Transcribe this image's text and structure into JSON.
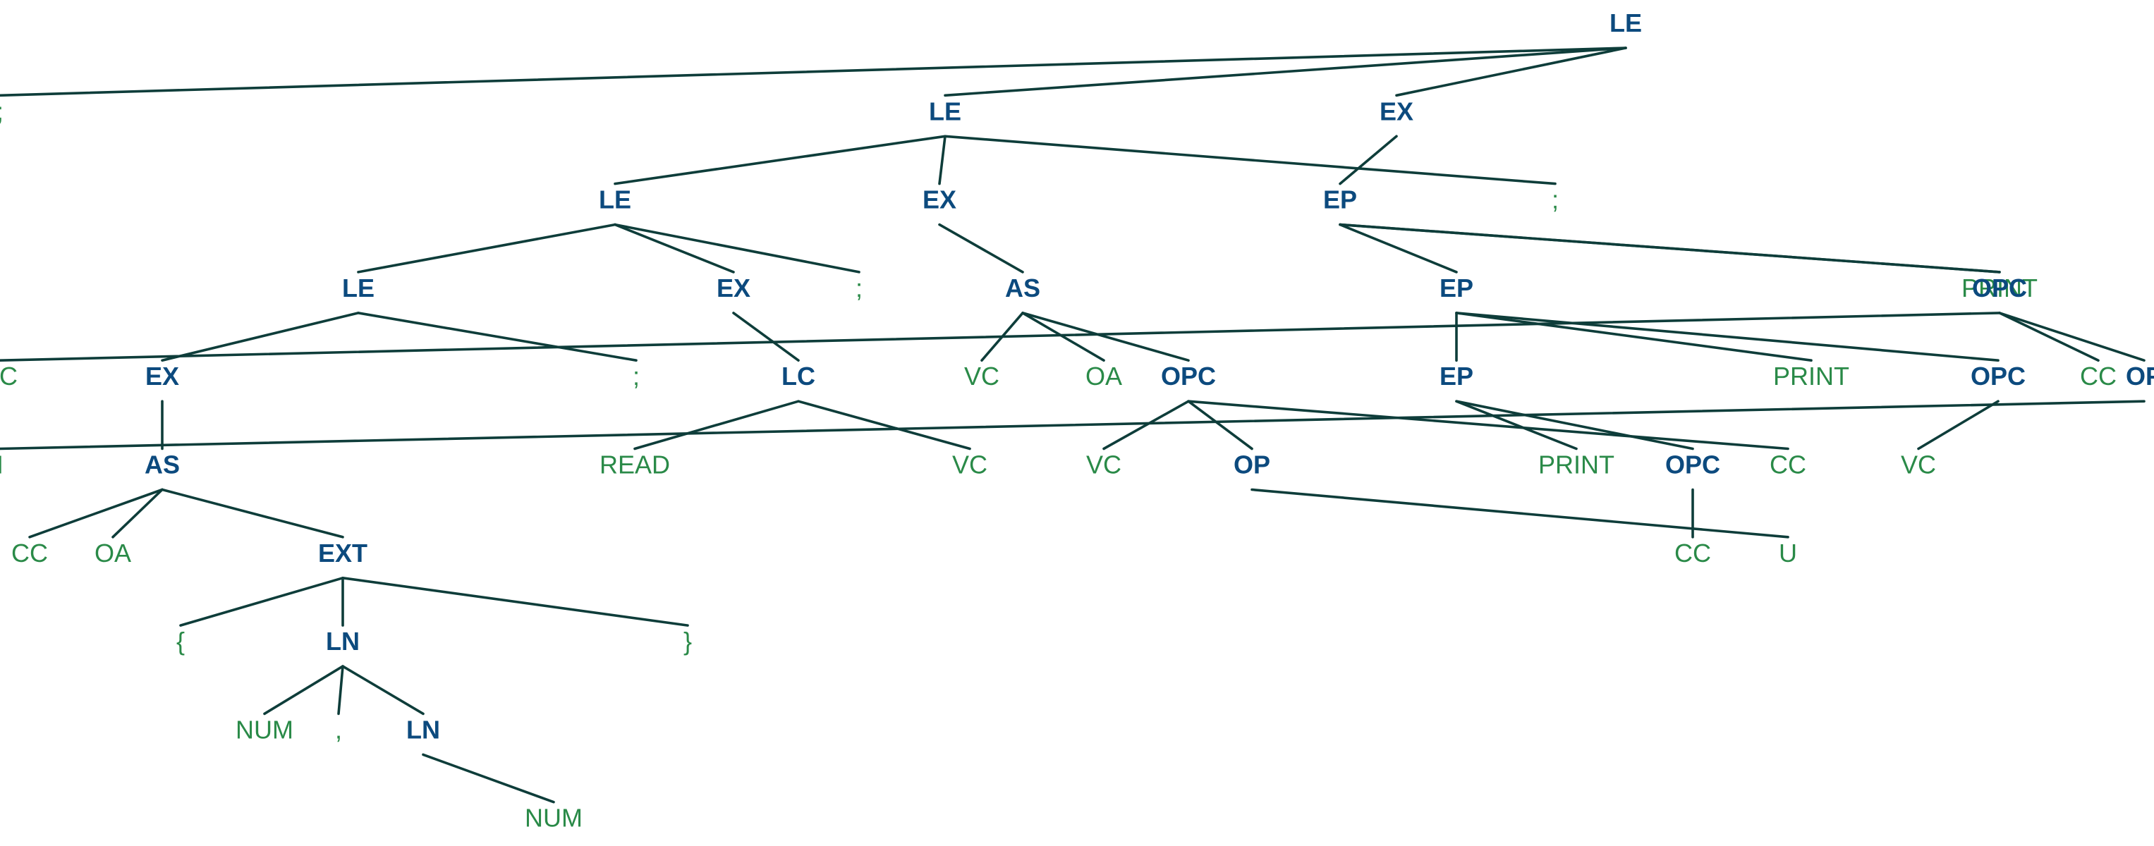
{
  "tree": {
    "root": {
      "label": "LE",
      "kind": "nonterminal",
      "children": [
        {
          "label": "LE",
          "kind": "nonterminal",
          "children": [
            {
              "label": "LE",
              "kind": "nonterminal",
              "children": [
                {
                  "label": "LE",
                  "kind": "nonterminal",
                  "children": [
                    {
                      "label": "EX",
                      "kind": "nonterminal",
                      "children": [
                        {
                          "label": "AS",
                          "kind": "nonterminal",
                          "children": [
                            {
                              "label": "CC",
                              "kind": "terminal"
                            },
                            {
                              "label": "OA",
                              "kind": "terminal"
                            },
                            {
                              "label": "EXT",
                              "kind": "nonterminal",
                              "children": [
                                {
                                  "label": "{",
                                  "kind": "terminal"
                                },
                                {
                                  "label": "LN",
                                  "kind": "nonterminal",
                                  "children": [
                                    {
                                      "label": "NUM",
                                      "kind": "terminal"
                                    },
                                    {
                                      "label": ",",
                                      "kind": "terminal"
                                    },
                                    {
                                      "label": "LN",
                                      "kind": "nonterminal",
                                      "children": [
                                        {
                                          "label": "NUM",
                                          "kind": "terminal"
                                        }
                                      ]
                                    }
                                  ]
                                },
                                {
                                  "label": "}",
                                  "kind": "terminal"
                                }
                              ]
                            }
                          ]
                        }
                      ]
                    },
                    {
                      "label": ";",
                      "kind": "terminal"
                    }
                  ]
                },
                {
                  "label": "EX",
                  "kind": "nonterminal",
                  "children": [
                    {
                      "label": "LC",
                      "kind": "nonterminal",
                      "children": [
                        {
                          "label": "READ",
                          "kind": "terminal"
                        },
                        {
                          "label": "VC",
                          "kind": "terminal"
                        }
                      ]
                    }
                  ]
                },
                {
                  "label": ";",
                  "kind": "terminal"
                }
              ]
            },
            {
              "label": "EX",
              "kind": "nonterminal",
              "children": [
                {
                  "label": "AS",
                  "kind": "nonterminal",
                  "children": [
                    {
                      "label": "VC",
                      "kind": "terminal"
                    },
                    {
                      "label": "OA",
                      "kind": "terminal"
                    },
                    {
                      "label": "OPC",
                      "kind": "nonterminal",
                      "children": [
                        {
                          "label": "VC",
                          "kind": "terminal"
                        },
                        {
                          "label": "OP",
                          "kind": "nonterminal",
                          "children": [
                            {
                              "label": "U",
                              "kind": "terminal"
                            }
                          ]
                        },
                        {
                          "label": "CC",
                          "kind": "terminal"
                        }
                      ]
                    }
                  ]
                }
              ]
            },
            {
              "label": ";",
              "kind": "terminal"
            }
          ]
        },
        {
          "label": "EX",
          "kind": "nonterminal",
          "children": [
            {
              "label": "EP",
              "kind": "nonterminal",
              "children": [
                {
                  "label": "EP",
                  "kind": "nonterminal",
                  "children": [
                    {
                      "label": "EP",
                      "kind": "nonterminal",
                      "children": [
                        {
                          "label": "PRINT",
                          "kind": "terminal"
                        },
                        {
                          "label": "OPC",
                          "kind": "nonterminal",
                          "children": [
                            {
                              "label": "CC",
                              "kind": "terminal"
                            }
                          ]
                        }
                      ]
                    },
                    {
                      "label": "PRINT",
                      "kind": "terminal"
                    },
                    {
                      "label": "OPC",
                      "kind": "nonterminal",
                      "children": [
                        {
                          "label": "VC",
                          "kind": "terminal"
                        }
                      ]
                    }
                  ]
                },
                {
                  "label": "PRINT",
                  "kind": "terminal"
                },
                {
                  "label": "OPC",
                  "kind": "nonterminal",
                  "children": [
                    {
                      "label": "CC",
                      "kind": "terminal"
                    },
                    {
                      "label": "OP",
                      "kind": "nonterminal",
                      "children": [
                        {
                          "label": "I",
                          "kind": "terminal"
                        }
                      ]
                    },
                    {
                      "label": "VC",
                      "kind": "terminal"
                    }
                  ]
                }
              ]
            }
          ]
        },
        {
          "label": ";",
          "kind": "terminal"
        }
      ]
    }
  }
}
